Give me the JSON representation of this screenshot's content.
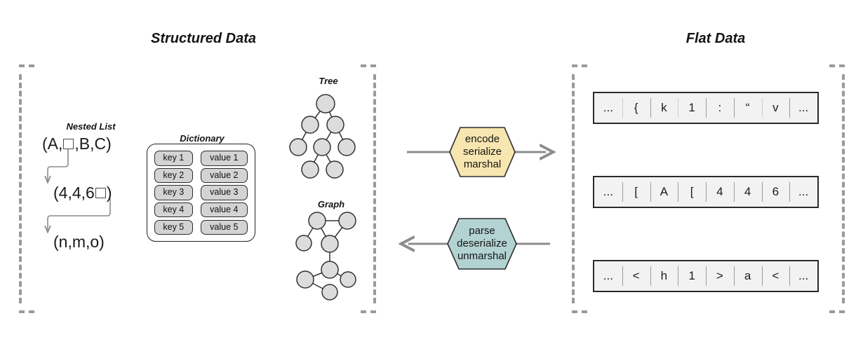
{
  "sections": {
    "structured": {
      "title": "Structured Data"
    },
    "flat": {
      "title": "Flat Data"
    }
  },
  "structured": {
    "nested_list": {
      "label": "Nested List",
      "rows": [
        {
          "prefix": "(A,",
          "has_box": true,
          "suffix": ",B,C)"
        },
        {
          "prefix": "(4,4,6",
          "has_box": true,
          "suffix": ")"
        },
        {
          "prefix": "(n,m,o)",
          "has_box": false,
          "suffix": ""
        }
      ]
    },
    "dictionary": {
      "label": "Dictionary",
      "entries": [
        {
          "key": "key 1",
          "value": "value 1"
        },
        {
          "key": "key 2",
          "value": "value 2"
        },
        {
          "key": "key 3",
          "value": "value 3"
        },
        {
          "key": "key 4",
          "value": "value 4"
        },
        {
          "key": "key 5",
          "value": "value 5"
        }
      ]
    },
    "tree": {
      "label": "Tree"
    },
    "graph": {
      "label": "Graph"
    }
  },
  "transforms": {
    "encode": {
      "lines": [
        "encode",
        "serialize",
        "marshal"
      ],
      "line1": "encode",
      "line2": "serialize",
      "line3": "marshal",
      "color": "#f7e6b0",
      "direction": "right"
    },
    "parse": {
      "lines": [
        "parse",
        "deserialize",
        "unmarshal"
      ],
      "line1": "parse",
      "line2": "deserialize",
      "line3": "unmarshal",
      "color": "#b3d3d3",
      "direction": "left"
    }
  },
  "flat_rows": [
    {
      "cells": [
        "...",
        "{",
        "k",
        "1",
        ":",
        "“",
        "v",
        "..."
      ]
    },
    {
      "cells": [
        "...",
        "[",
        "A",
        "[",
        "4",
        "4",
        "6",
        "..."
      ]
    },
    {
      "cells": [
        "...",
        "<",
        "h",
        "1",
        ">",
        "a",
        "<",
        "..."
      ]
    }
  ],
  "colors": {
    "node_fill": "#dcdcdc",
    "node_stroke": "#333333",
    "bracket": "#9a9a9a",
    "arrow": "#8c8c8c",
    "encode_fill": "#f7e6b0",
    "parse_fill": "#b3d3d3",
    "pill_fill": "#d3d3d3",
    "flat_fill": "#f2f2f2"
  }
}
